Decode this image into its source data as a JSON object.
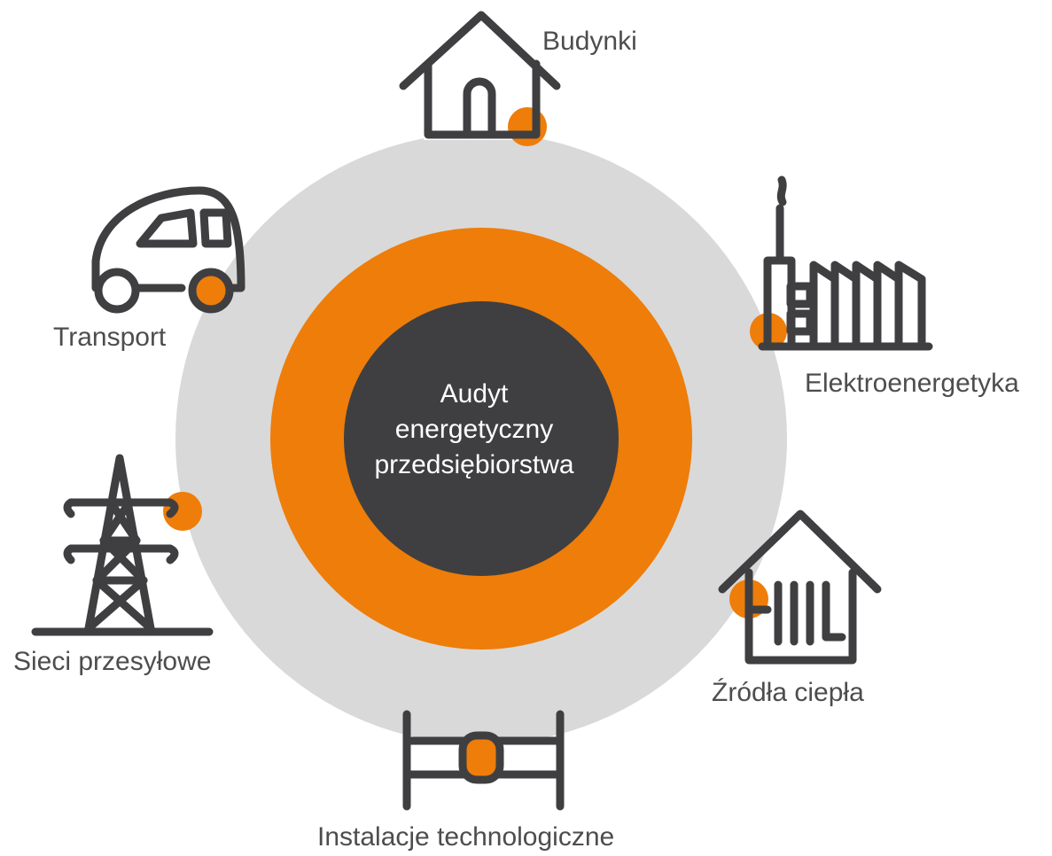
{
  "center": {
    "line1": "Audyt",
    "line2": "energetyczny",
    "line3": "przedsiębiorstwa"
  },
  "nodes": [
    {
      "label": "Budynki",
      "icon": "house-icon"
    },
    {
      "label": "Elektroenergetyka",
      "icon": "factory-icon"
    },
    {
      "label": "Źródła ciepła",
      "icon": "heat-source-icon"
    },
    {
      "label": "Instalacje technologiczne",
      "icon": "pipe-installation-icon"
    },
    {
      "label": "Sieci przesyłowe",
      "icon": "power-pylon-icon"
    },
    {
      "label": "Transport",
      "icon": "car-icon"
    }
  ],
  "colors": {
    "ring_outer": "#d9d9d9",
    "ring_middle": "#ee7d0a",
    "core": "#3f3f41",
    "accent": "#ee7d0a",
    "icon": "#3f3f41",
    "text": "#4d4d4d"
  }
}
